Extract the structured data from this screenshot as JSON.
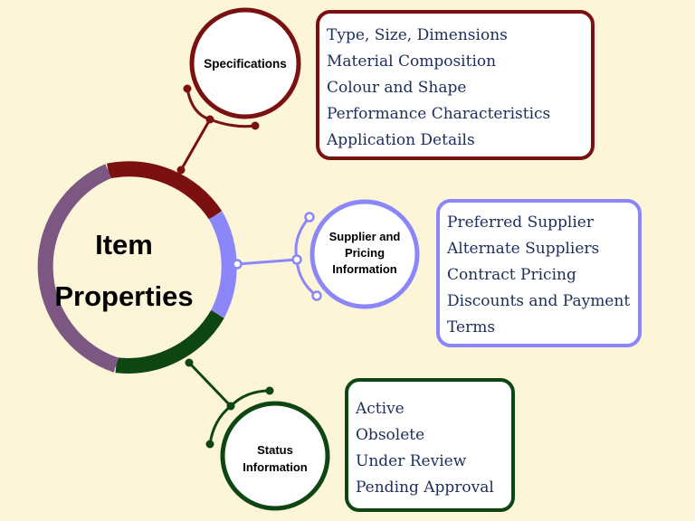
{
  "center": {
    "title_line1": "Item",
    "title_line2": "Properties"
  },
  "specifications": {
    "label": "Specifications",
    "items": [
      "Type, Size, Dimensions",
      "Material Composition",
      "Colour and Shape",
      "Performance Characteristics",
      "Application Details"
    ]
  },
  "supplier": {
    "label_line1": "Supplier and",
    "label_line2": "Pricing",
    "label_line3": "Information",
    "items": [
      "Preferred Supplier",
      "Alternate Suppliers",
      "Contract Pricing",
      "Discounts and Payment",
      "Terms"
    ]
  },
  "status": {
    "label_line1": "Status",
    "label_line2": "Information",
    "items": [
      "Active",
      "Obsolete",
      "Under Review",
      "Pending Approval"
    ]
  },
  "colors": {
    "background": "#fdf5d8",
    "specifications": "#7a1010",
    "supplier": "#8b87fb",
    "status": "#0e4612",
    "ring_main": "#7b5782",
    "text": "#1d2d5c"
  }
}
